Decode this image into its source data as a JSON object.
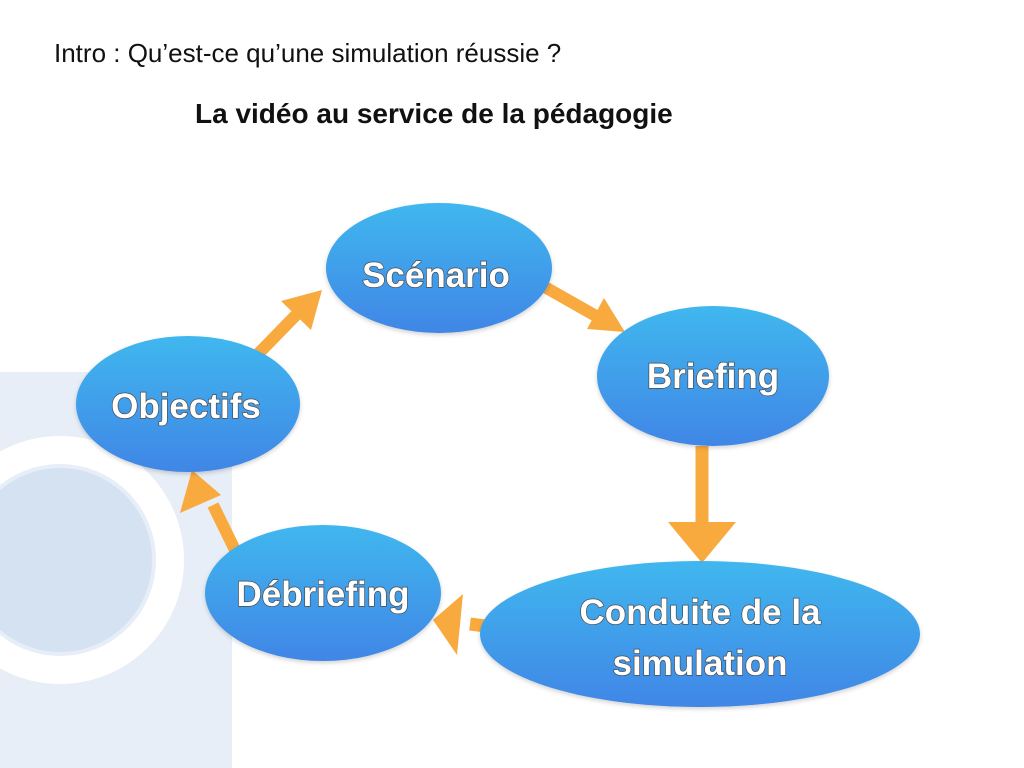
{
  "slide": {
    "intro": "Intro : Qu’est-ce qu’une simulation réussie ?",
    "subtitle": "La vidéo au service de la pédagogie"
  },
  "colors": {
    "node_top": "#3fb7ee",
    "node_bottom": "#3f86e6",
    "arrow": "#f8aa3e",
    "deco_light": "#e7eef7",
    "deco_mid": "#bcd2ec"
  },
  "nodes": [
    {
      "id": "scenario",
      "lines": [
        "Scénario"
      ]
    },
    {
      "id": "briefing",
      "lines": [
        "Briefing"
      ]
    },
    {
      "id": "conduite",
      "lines": [
        "Conduite de la",
        "simulation"
      ]
    },
    {
      "id": "debriefing",
      "lines": [
        "Débriefing"
      ]
    },
    {
      "id": "objectifs",
      "lines": [
        "Objectifs"
      ]
    }
  ],
  "flow": [
    {
      "from": "objectifs",
      "to": "scenario"
    },
    {
      "from": "scenario",
      "to": "briefing"
    },
    {
      "from": "briefing",
      "to": "conduite"
    },
    {
      "from": "conduite",
      "to": "debriefing"
    },
    {
      "from": "debriefing",
      "to": "objectifs"
    }
  ]
}
